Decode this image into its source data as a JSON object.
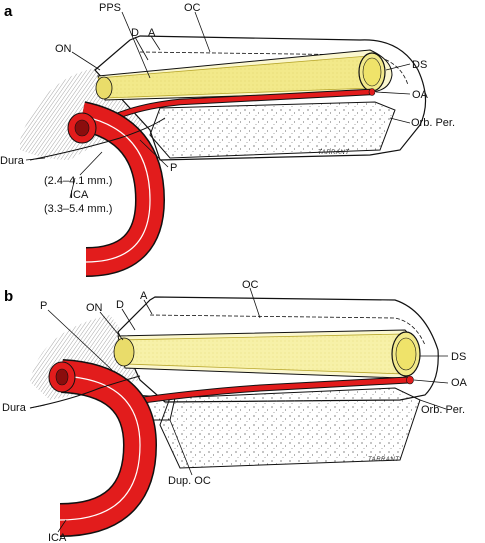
{
  "colors": {
    "artery": "#e21c1c",
    "nerve": "#f2e98a",
    "nerve_edge": "#b8a72c",
    "nerve_sheath": "#fbf7cf",
    "bone_fill": "#ffffff",
    "outline": "#111111"
  },
  "panels": [
    {
      "id": "a",
      "letter": "a",
      "labels": {
        "pps": "PPS",
        "d": "D",
        "a": "A",
        "oc": "OC",
        "on": "ON",
        "ds": "DS",
        "oa": "OA",
        "orb_per": "Orb. Per.",
        "dura": "Dura",
        "p": "P",
        "measure_top": "(2.4–4.1 mm.)",
        "ica": "ICA",
        "measure_bottom": "(3.3–5.4 mm.)"
      },
      "signature": "TARRANT"
    },
    {
      "id": "b",
      "letter": "b",
      "labels": {
        "p": "P",
        "on": "ON",
        "d": "D",
        "a": "A",
        "oc": "OC",
        "ds": "DS",
        "oa": "OA",
        "dura": "Dura",
        "orb_per": "Orb. Per.",
        "dup_oc": "Dup. OC",
        "ica": "ICA"
      },
      "signature": "TARRANT"
    }
  ]
}
